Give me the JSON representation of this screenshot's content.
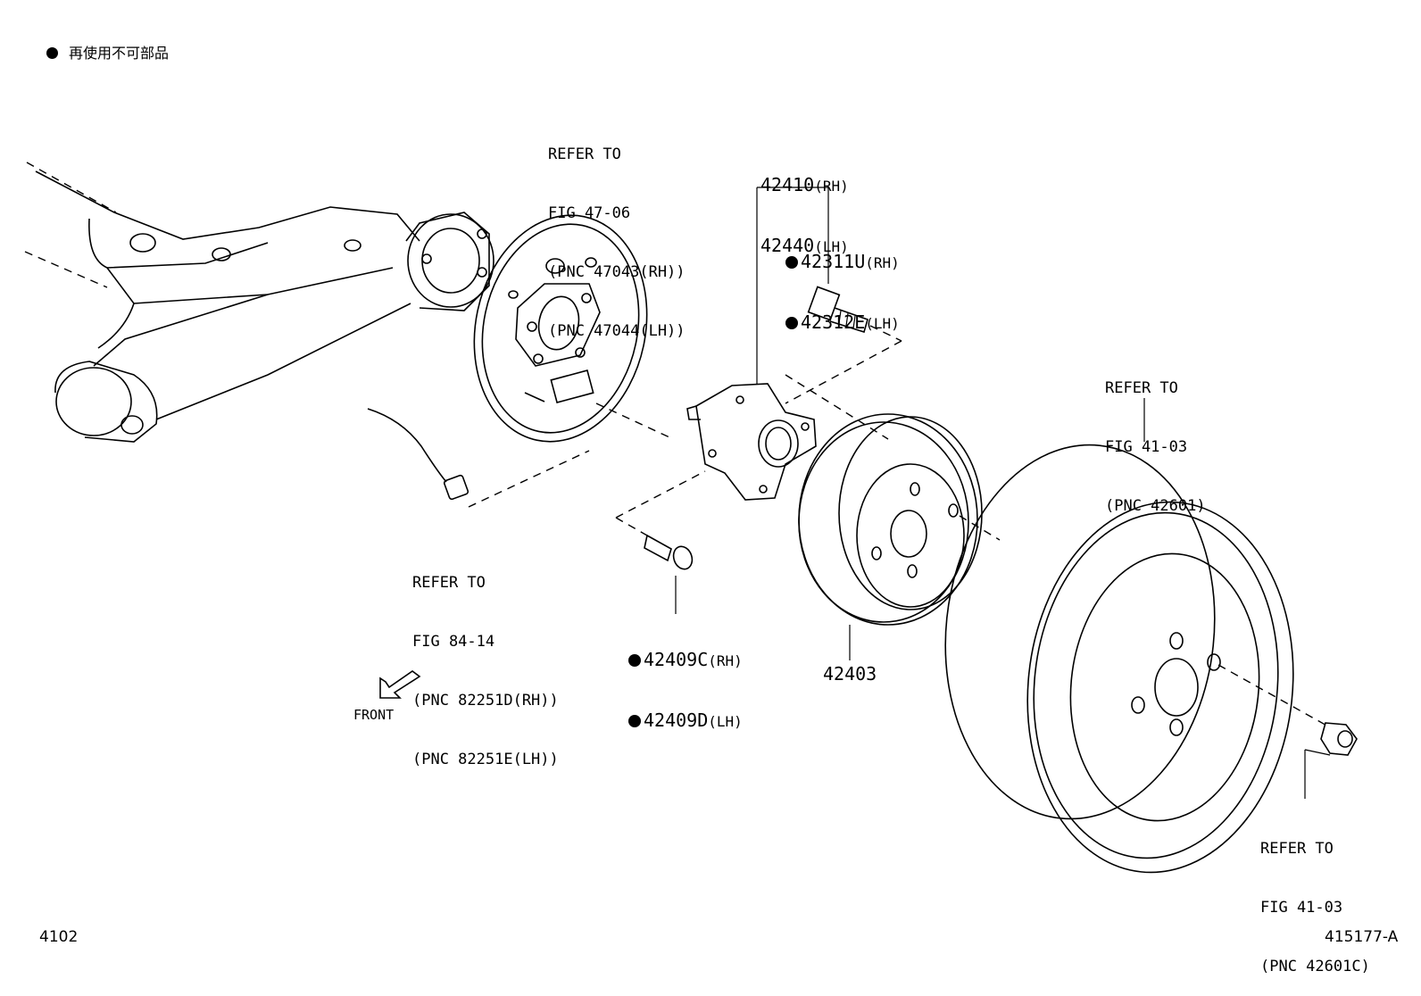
{
  "legend": {
    "text": "再使用不可部品"
  },
  "refs": {
    "backing_plate": [
      "REFER TO",
      "FIG 47-06",
      "(PNC 47043(RH))",
      "(PNC 47044(LH))"
    ],
    "sensor": [
      "REFER TO",
      "FIG 84-14",
      "(PNC 82251D(RH))",
      "(PNC 82251E(LH))"
    ],
    "wheel": [
      "REFER TO",
      "FIG 41-03",
      "(PNC 42601)"
    ],
    "nut": [
      "REFER TO",
      "FIG 41-03",
      "(PNC 42601C)"
    ]
  },
  "parts": {
    "hub_rh": {
      "num": "42410",
      "side": "(RH)"
    },
    "hub_lh": {
      "num": "42440",
      "side": "(LH)"
    },
    "stud_rh": {
      "num": "42311U",
      "side": "(RH)"
    },
    "stud_lh": {
      "num": "42312E",
      "side": "(LH)"
    },
    "bolt_rh": {
      "num": "42409C",
      "side": "(RH)"
    },
    "bolt_lh": {
      "num": "42409D",
      "side": "(LH)"
    },
    "drum": {
      "num": "42403"
    }
  },
  "front_label": "FRONT",
  "figure_code_left": "4102",
  "figure_code_right": "415177-A"
}
